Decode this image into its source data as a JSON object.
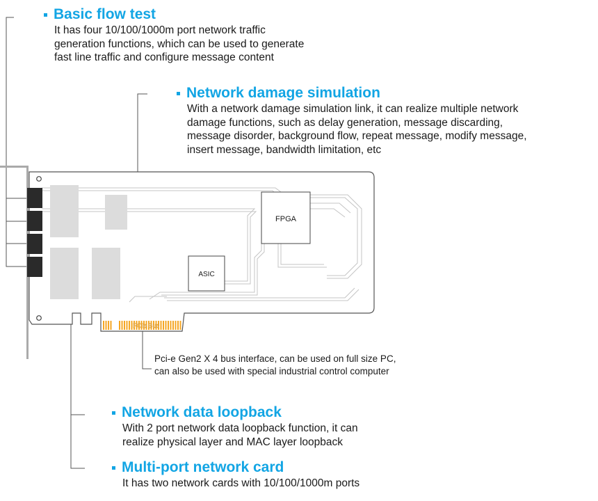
{
  "callouts": {
    "basic_flow": {
      "title": "Basic flow test",
      "lines": [
        "It has four 10/100/1000m port network traffic",
        "generation functions, which can be used to generate",
        "fast line traffic and configure message content"
      ]
    },
    "damage_sim": {
      "title": "Network damage simulation",
      "lines": [
        "With a network damage simulation link, it can realize multiple network",
        "damage functions, such as delay generation, message discarding,",
        "message disorder, background flow, repeat message, modify message,",
        "insert message, bandwidth limitation, etc"
      ]
    },
    "pcie": {
      "lines": [
        "Pci-e Gen2 X 4 bus interface, can be used on full size PC,",
        "can also be used with special industrial control computer"
      ]
    },
    "loopback": {
      "title": "Network data loopback",
      "lines": [
        "With 2 port network data loopback function, it can",
        "realize physical layer and MAC layer loopback"
      ]
    },
    "multiport": {
      "title": "Multi-port network card",
      "lines": [
        "It has two network cards with 10/100/1000m ports"
      ]
    }
  },
  "board": {
    "fpga_label": "FPGA",
    "asic_label": "ASIC",
    "pcie_bus_label": "PCIe Bus"
  },
  "colors": {
    "accent": "#12a5e4",
    "text": "#1a1a1a",
    "board_outline": "#555555",
    "port": "#2a2a2a",
    "chip_fill": "#dcdcdc",
    "gold_pin": "#f5a623"
  }
}
